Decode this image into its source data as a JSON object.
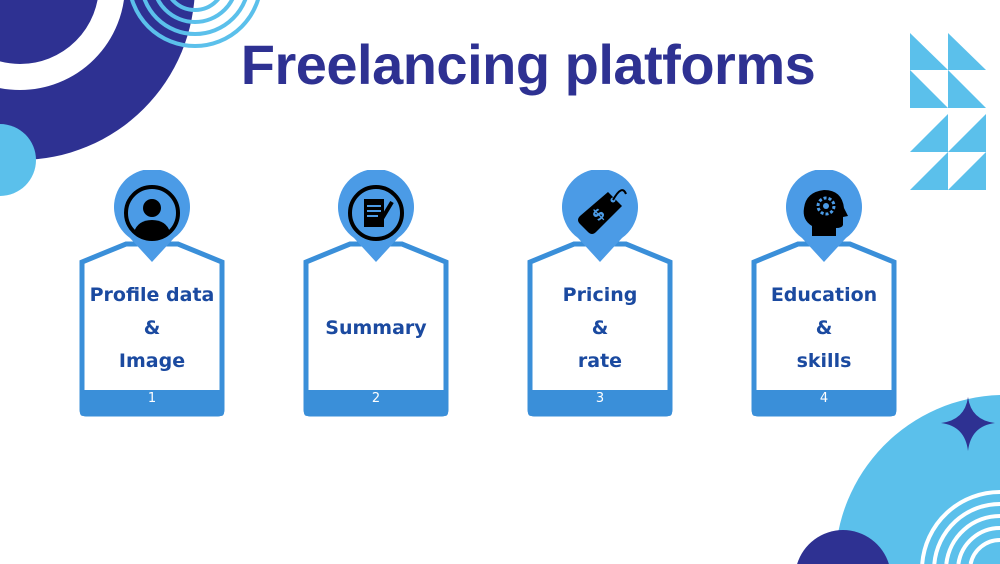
{
  "title": "Freelancing platforms",
  "colors": {
    "navy": "#2e3192",
    "light_blue": "#5bc0eb",
    "card_blue": "#3a8fd9",
    "text_blue": "#1b4aa0"
  },
  "cards": [
    {
      "number": "1",
      "lines": [
        "Profile data",
        "&",
        "Image"
      ],
      "icon": "user-icon"
    },
    {
      "number": "2",
      "lines": [
        "Summary"
      ],
      "icon": "document-edit-icon"
    },
    {
      "number": "3",
      "lines": [
        "Pricing",
        "&",
        "rate"
      ],
      "icon": "price-tag-icon"
    },
    {
      "number": "4",
      "lines": [
        "Education",
        "&",
        "skills"
      ],
      "icon": "head-gear-icon"
    }
  ]
}
